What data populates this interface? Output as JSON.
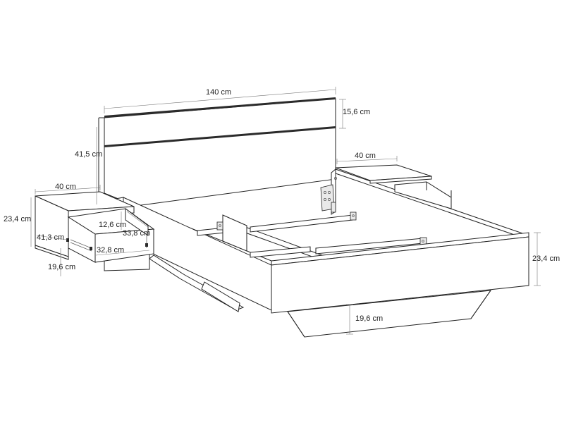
{
  "diagram": {
    "dimensions": {
      "bed_width": "140 cm",
      "headboard_band": "15,6 cm",
      "headboard_height": "41,5 cm",
      "right_table_width": "40 cm",
      "left_table_width": "40 cm",
      "left_table_height": "23,4 cm",
      "drawer_height": "12,6 cm",
      "drawer_depth": "33,8 cm",
      "table_depth": "41,3 cm",
      "drawer_width": "32,8 cm",
      "left_clearance": "19,6 cm",
      "bed_clearance": "19,6 cm",
      "bed_side_height": "23,4 cm"
    },
    "colors": {
      "stroke": "#222222",
      "band": "#2b2b2b"
    }
  }
}
